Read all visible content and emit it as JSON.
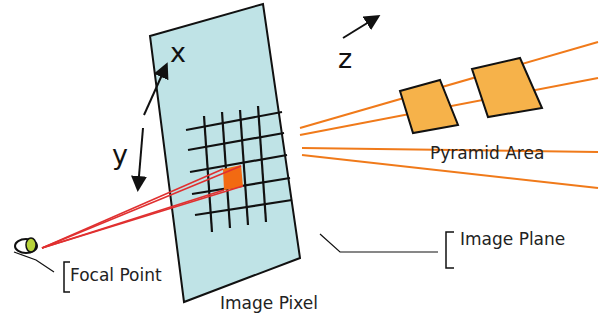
{
  "diagram": {
    "labels": [
      "x",
      "y",
      "z",
      "Pyramid Area",
      "Focal Point",
      "Image Plane",
      "Image Pixel"
    ]
  }
}
